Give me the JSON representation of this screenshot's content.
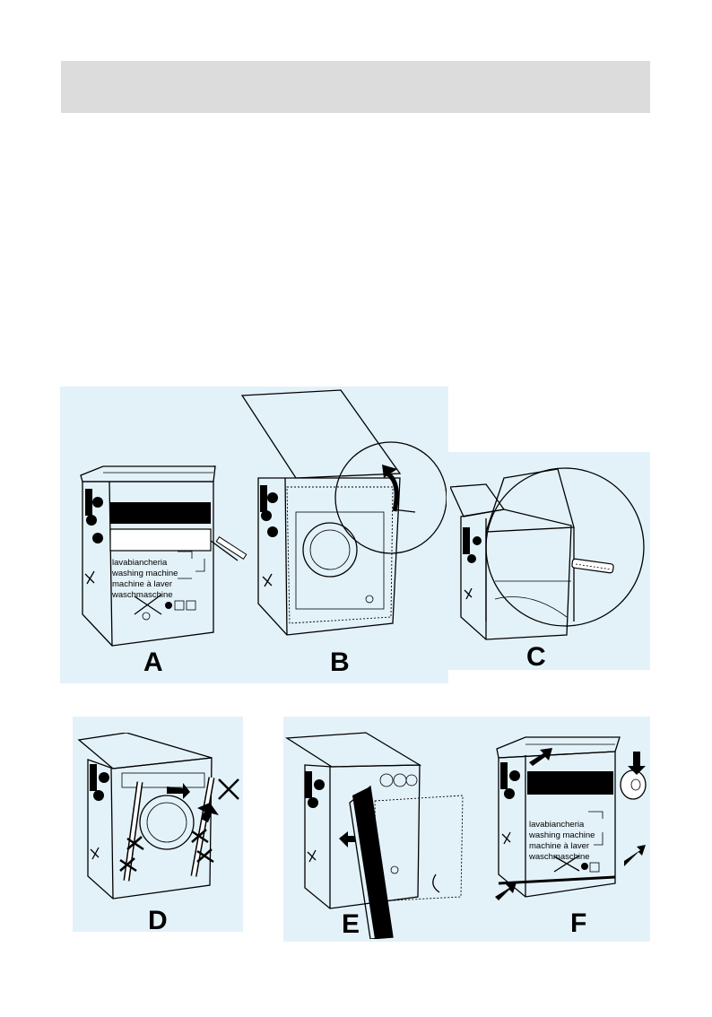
{
  "box_text": {
    "line1": "lavabiancheria",
    "line2": "washing machine",
    "line3": "machine à laver",
    "line4": "waschmaschine"
  },
  "figures": {
    "a": "A",
    "b": "B",
    "c": "C",
    "d": "D",
    "e": "E",
    "f": "F"
  },
  "colors": {
    "panel_background": "#e3f2f9",
    "header_bar": "#dcdcdc"
  }
}
